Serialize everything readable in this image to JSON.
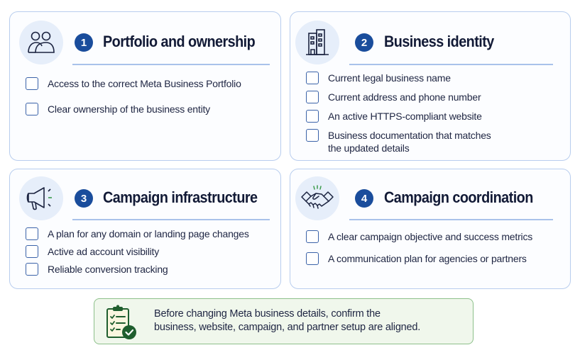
{
  "cards": [
    {
      "number": "1",
      "title": "Portfolio and ownership",
      "icon": "people-icon",
      "items": [
        "Access to the correct Meta Business Portfolio",
        "Clear ownership of the business entity"
      ]
    },
    {
      "number": "2",
      "title": "Business identity",
      "icon": "building-icon",
      "items": [
        "Current legal business name",
        "Current address and phone number",
        "An active HTTPS-compliant website",
        "Business documentation that matches the updated details"
      ],
      "item_lines": {
        "line1": "Business documentation that matches",
        "line2": "the updated details"
      }
    },
    {
      "number": "3",
      "title": "Campaign infrastructure",
      "icon": "megaphone-icon",
      "items": [
        "A plan for any domain or landing page changes",
        "Active ad account visibility",
        "Reliable conversion tracking"
      ]
    },
    {
      "number": "4",
      "title": "Campaign coordination",
      "icon": "handshake-icon",
      "items": [
        "A clear campaign objective and success metrics",
        "A communication plan for agencies or partners"
      ]
    }
  ],
  "note": {
    "icon": "clipboard-check-icon",
    "line1": "Before changing Meta business details, confirm the",
    "line2": "business, website, campaign, and partner setup are aligned."
  },
  "colors": {
    "accent_blue": "#1a4d9c",
    "card_border": "#b8cdee",
    "icon_circle": "#e6eefa",
    "note_bg": "#f0f7ec",
    "note_border": "#8dc08a",
    "note_green": "#1f5e2e"
  }
}
